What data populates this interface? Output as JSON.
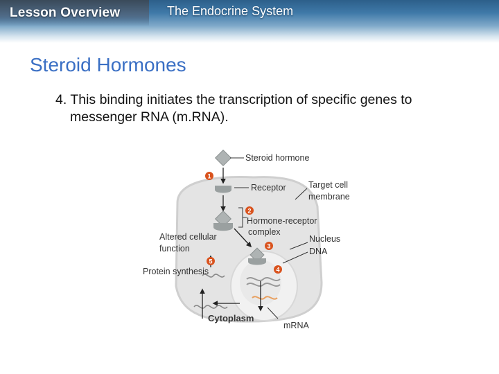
{
  "header": {
    "section": "Lesson Overview",
    "topic": "The Endocrine System"
  },
  "slide": {
    "title": "Steroid Hormones",
    "body_line1": "4. This binding initiates the transcription of specific genes to",
    "body_line2": "messenger RNA (m.RNA)."
  },
  "diagram": {
    "labels": {
      "steroid_hormone": "Steroid hormone",
      "receptor": "Receptor",
      "target_cell_1": "Target cell",
      "target_cell_2": "membrane",
      "hormone_receptor_1": "Hormone-receptor",
      "hormone_receptor_2": "complex",
      "altered_1": "Altered cellular",
      "altered_2": "function",
      "nucleus": "Nucleus",
      "dna": "DNA",
      "protein_synthesis": "Protein synthesis",
      "cytoplasm": "Cytoplasm",
      "mrna": "mRNA"
    },
    "steps": [
      "1",
      "2",
      "3",
      "4",
      "5"
    ],
    "colors": {
      "step_badge": "#d9531e",
      "cell": "#e6e6e6",
      "nucleus": "#efefef",
      "mrna": "#e8a060"
    }
  }
}
